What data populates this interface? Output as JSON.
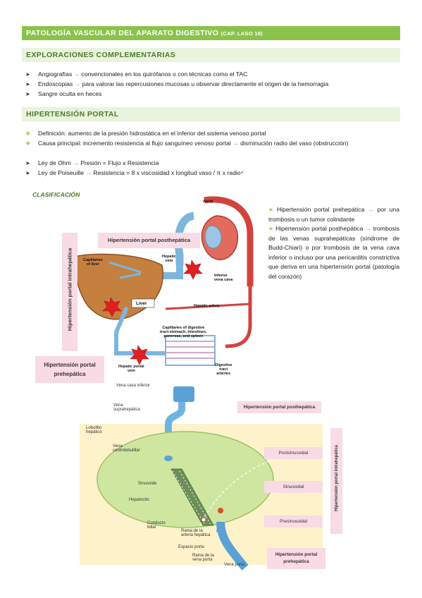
{
  "header": {
    "title_main": "PATOLOGÍA VASCULAR DEL APARATO DIGESTIVO",
    "title_suffix": "(CAP. LASO 18)"
  },
  "section1": {
    "title": "EXPLORACIONES COMPLEMENTARIAS",
    "items": [
      {
        "lead": "Angiografías",
        "arrow": "→",
        "text": "convencionales en los quirófanos o con técnicas como el TAC"
      },
      {
        "lead": "Endoscopias",
        "arrow": "→",
        "text": "para valorar las repercusiones mucosas u observar directamente el origen de la hemorragia"
      },
      {
        "lead": "Sangre oculta en heces",
        "arrow": "",
        "text": ""
      }
    ]
  },
  "section2": {
    "title": "HIPERTENSIÓN PORTAL",
    "def1": "Definición: aumento de la presión hidrostática en el inferior del sistema venoso portal",
    "def2_a": "Causa principal: incremento resistencia al flujo sanguíneo venoso portal",
    "def2_arrow": "→",
    "def2_b": "disminución radio del vaso (obstrucción)",
    "law1_a": "Ley de Ohm",
    "law1_arrow": "→",
    "law1_b": "Presión = Flujo x Resistencia",
    "law2_a": "Ley de Poiseuille",
    "law2_arrow": "→",
    "law2_b": "Resistencia = 8 x viscosidad x longitud vaso / π x radio⁴",
    "clasificacion": "CLASIFICACIÓN"
  },
  "side_notes": {
    "star": "∗",
    "arrow": "→",
    "p1_a": "Hipertensión portal prehepática",
    "p1_b": "por una trombosis o un tumor colindante",
    "p2_a": "Hipertensión portal posthepática",
    "p2_b": "trombosis de las venas suprahepáticas (síndrome de Budd-Chiari) o por trombosis de la vena cava inferior o incluso por una pericarditis constrictiva que deriva en una hipertensión portal (patología del corazón)"
  },
  "figure1": {
    "label_post": "Hipertensión portal posthepática",
    "label_intra": "Hipertensión portal intrahepática",
    "label_pre_1": "Hipertensión portal",
    "label_pre_2": "prehepática",
    "aorta": "Aorta",
    "cap_liver_1": "Capillaries",
    "cap_liver_2": "of liver",
    "hepatic_vein_1": "Hepatic",
    "hepatic_vein_2": "vein",
    "ivc_1": "Inferior",
    "ivc_2": "vena cava",
    "liver": "Liver",
    "hepatic_artery": "Hepatic artery",
    "cap_dig_1": "Capillaries of digestive",
    "cap_dig_2": "tract:stomach, intestines,",
    "cap_dig_3": "pancreas, and spleen",
    "hpv_1": "Hepatic portal",
    "hpv_2": "vein",
    "dta_1": "Digestive",
    "dta_2": "tract",
    "dta_3": "arteries"
  },
  "figure2": {
    "vci": "Vena cava inferior",
    "vs_1": "Vena",
    "vs_2": "suprahepática",
    "lob_1": "Lobulillo",
    "lob_2": "hepático",
    "vc_1": "Vena",
    "vc_2": "centrolobulillar",
    "sinusoide": "Sinusoide",
    "hepatocito": "Hepatocito",
    "cond_1": "Conducto",
    "cond_2": "biliar",
    "rama_art_1": "Rama de la",
    "rama_art_2": "arteria hepática",
    "espacio": "Espacio porta",
    "rama_vp_1": "Rama de la",
    "rama_vp_2": "vena porta",
    "vena_porta": "Vena porta",
    "box_post": "Hipertensión portal posthepática",
    "box_intra": "Hipertensión portal intrahepática",
    "postsin": "Postsinusoidal",
    "sinusoidal": "Sinusoidal",
    "presin": "Presinusoidal",
    "box_pre_1": "Hipertensión portal",
    "box_pre_2": "prehepática"
  }
}
